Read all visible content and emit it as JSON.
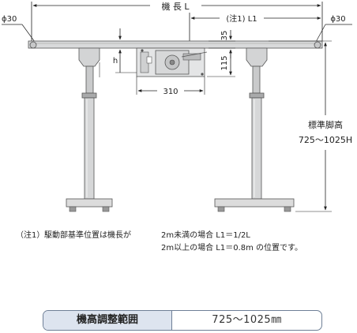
{
  "dimensions": {
    "machine_length": "機 長 L",
    "left_pulley": "ϕ30",
    "right_pulley": "ϕ30",
    "drive_position": "(注1) L1",
    "drive_offset": "35",
    "drive_height": "115",
    "h_label": "h",
    "drive_width": "310",
    "standard_height_title": "標準脚高",
    "standard_height_value": "725〜1025H"
  },
  "note": {
    "label": "（注1）",
    "lead": "駆動部基準位置は機長が",
    "line1": "2m未満の場合 L1＝1/2L",
    "line2": "2m以上の場合 L1＝0.8m  の位置です。"
  },
  "height_adjust": {
    "label": "機高調整範囲",
    "value": "725〜1025㎜"
  }
}
